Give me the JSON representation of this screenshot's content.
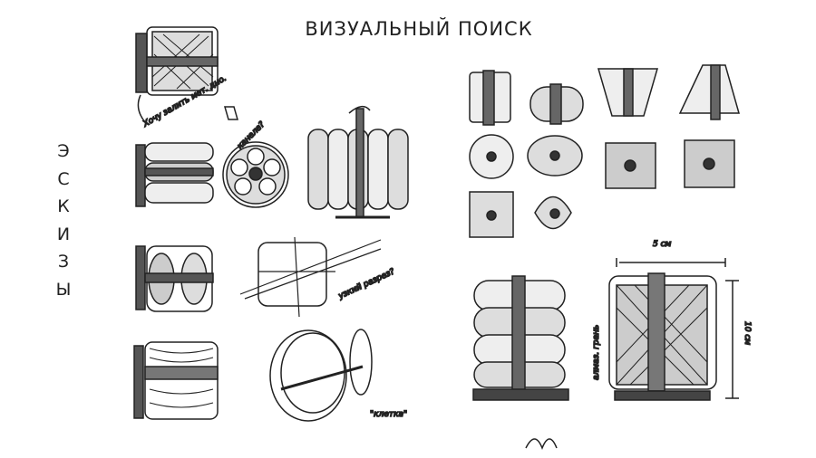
{
  "title": "ВИЗУАЛЬНЫЙ ПОИСК",
  "side_label": [
    "Э",
    "С",
    "К",
    "И",
    "З",
    "Ы"
  ],
  "annotations": {
    "metal_bottom": "Хочу залить мет. дно.",
    "canele": "канеле?",
    "narrow_cut": "узкий разрез?",
    "cage": "\"клетка\"",
    "diamond_face": "алмаз. грань",
    "width": "5 см",
    "height": "10 см"
  },
  "colors": {
    "ink": "#222222",
    "gray": "#bdbdbd",
    "dark": "#555555"
  }
}
